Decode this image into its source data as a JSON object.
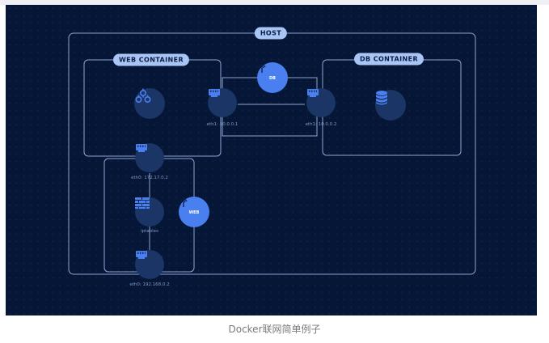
{
  "diagram": {
    "host_label": "HOST",
    "web_container_label": "WEB CONTAINER",
    "db_container_label": "DB CONTAINER",
    "db_network_label": "DB",
    "web_network_label": "WEB",
    "web_eth1_label": "eth1: 10.0.0.1",
    "db_eth1_label": "eth1: 10.0.0.2",
    "web_eth0_label": "eth0: 172.17.0.2",
    "iptables_label": "iptables",
    "host_eth0_label": "eth0: 192.168.0.2"
  },
  "caption": "Docker联网简单例子",
  "colors": {
    "background": "#061636",
    "outline": "#8ea7d4",
    "node_dark": "#1a3566",
    "node_bright": "#4a7ff0",
    "pill": "#a9c5f5"
  },
  "icons": {
    "app": "gears-icon",
    "db": "database-icon",
    "nic": "network-card-icon",
    "firewall": "firewall-icon",
    "antenna": "antenna-icon"
  }
}
